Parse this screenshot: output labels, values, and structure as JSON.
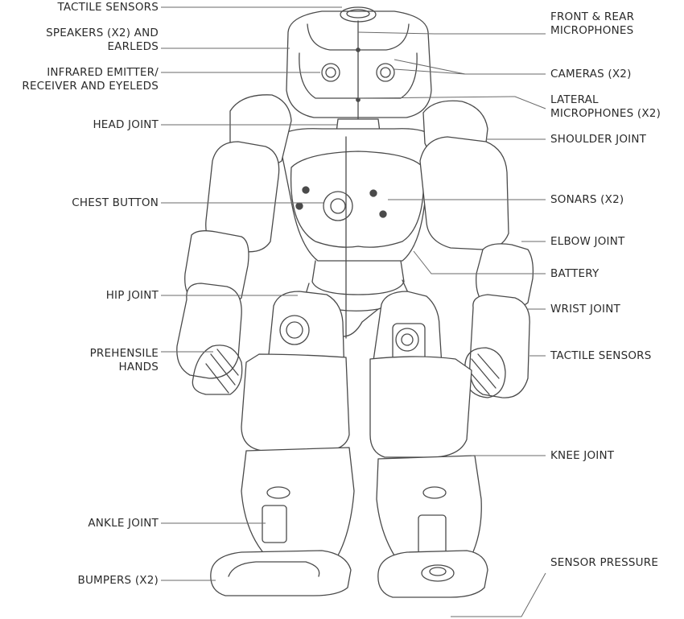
{
  "labels_left": [
    {
      "id": "tactile-sensors-head",
      "lines": [
        "TACTILE SENSORS"
      ]
    },
    {
      "id": "speakers-earleds",
      "lines": [
        "SPEAKERS (X2) AND",
        "EARLEDS"
      ]
    },
    {
      "id": "infrared-eyeleds",
      "lines": [
        "INFRARED EMITTER/",
        "RECEIVER AND EYELEDS"
      ]
    },
    {
      "id": "head-joint",
      "lines": [
        "HEAD JOINT"
      ]
    },
    {
      "id": "chest-button",
      "lines": [
        "CHEST BUTTON"
      ]
    },
    {
      "id": "hip-joint",
      "lines": [
        "HIP JOINT"
      ]
    },
    {
      "id": "prehensile-hands",
      "lines": [
        "PREHENSILE",
        "HANDS"
      ]
    },
    {
      "id": "ankle-joint",
      "lines": [
        "ANKLE JOINT"
      ]
    },
    {
      "id": "bumpers",
      "lines": [
        "BUMPERS (X2)"
      ]
    }
  ],
  "labels_right": [
    {
      "id": "front-rear-microphones",
      "lines": [
        "FRONT & REAR",
        "MICROPHONES"
      ]
    },
    {
      "id": "cameras",
      "lines": [
        "CAMERAS (X2)"
      ]
    },
    {
      "id": "lateral-microphones",
      "lines": [
        "LATERAL",
        "MICROPHONES (X2)"
      ]
    },
    {
      "id": "shoulder-joint",
      "lines": [
        "SHOULDER JOINT"
      ]
    },
    {
      "id": "sonars",
      "lines": [
        "SONARS (X2)"
      ]
    },
    {
      "id": "elbow-joint",
      "lines": [
        "ELBOW JOINT"
      ]
    },
    {
      "id": "battery",
      "lines": [
        "BATTERY"
      ]
    },
    {
      "id": "wrist-joint",
      "lines": [
        "WRIST JOINT"
      ]
    },
    {
      "id": "tactile-sensors-hand",
      "lines": [
        "TACTILE SENSORS"
      ]
    },
    {
      "id": "knee-joint",
      "lines": [
        "KNEE JOINT"
      ]
    },
    {
      "id": "sensor-pressure",
      "lines": [
        "SENSOR PRESSURE"
      ]
    }
  ],
  "colors": {
    "line": "#6a6a6a",
    "robot_stroke": "#4a4a4a",
    "text": "#2b2b2b"
  }
}
